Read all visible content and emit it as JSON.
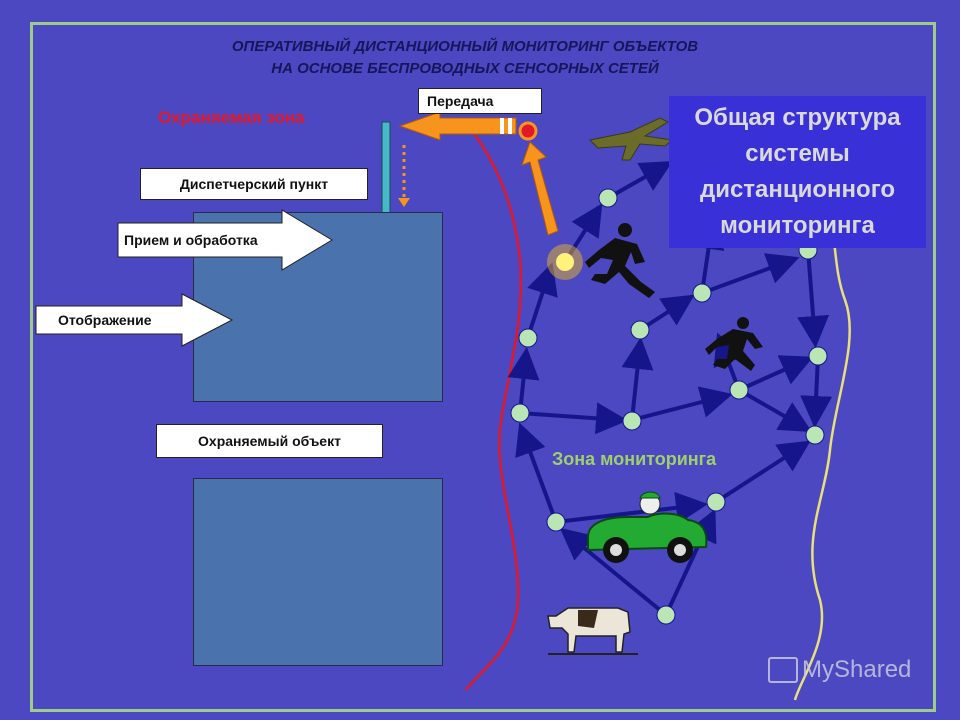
{
  "header": {
    "line1": "ОПЕРАТИВНЫЙ  ДИСТАНЦИОННЫЙ  МОНИТОРИНГ  ОБЪЕКТОВ",
    "line2": "НА  ОСНОВЕ  БЕСПРОВОДНЫХ  СЕНСОРНЫХ  СЕТЕЙ"
  },
  "labels": {
    "protected_zone": "Охраняемая зона",
    "transmission": "Передача",
    "dispatch_point": "Диспетчерский пункт",
    "receive_process": "Прием и обработка",
    "display": "Отображение",
    "protected_object": "Охраняемый объект",
    "monitoring_zone": "Зона мониторинга"
  },
  "title": {
    "line1": "Общая структура",
    "line2": "системы",
    "line3": "дистанционного",
    "line4": "мониторинга"
  },
  "watermark": "MyShared",
  "colors": {
    "background": "#4b48c2",
    "frame": "#9ecb8a",
    "node": "#b9e6b4",
    "network_arrow": "#16168a",
    "orange_arrow": "#f7941d",
    "red_boundary": "#e0182a",
    "yellow_boundary": "#e8e07a"
  },
  "icons": [
    "laptop-icon",
    "aircraft-icon",
    "running-person-icon",
    "car-icon",
    "cow-icon",
    "sensor-light-icon"
  ]
}
